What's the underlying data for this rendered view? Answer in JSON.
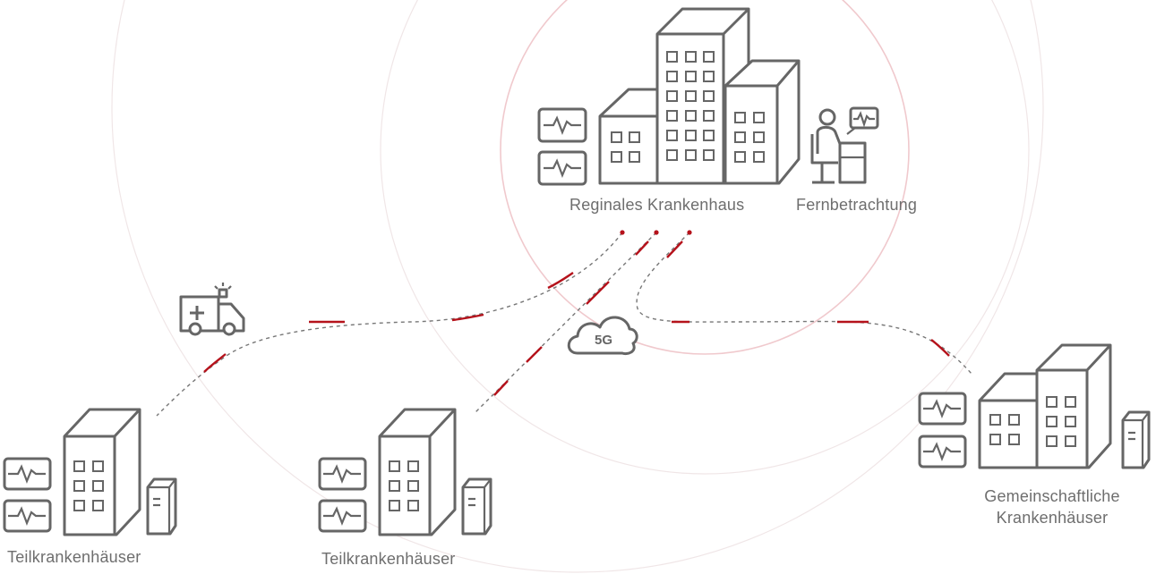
{
  "labels": {
    "regional": "Reginales Krankenhaus",
    "remote": "Fernbetrachtung",
    "sub_left": "Teilkrankenhäuser",
    "sub_middle": "Teilkrankenhäuser",
    "community_line1": "Gemeinschaftliche",
    "community_line2": "Krankenhäuser",
    "network": "5G"
  },
  "colors": {
    "accent": "#b5121b",
    "icon": "#666666",
    "text": "#6e6e6e"
  },
  "icons": [
    "building-icon",
    "monitor-icon",
    "server-icon",
    "ambulance-icon",
    "doctor-workstation-icon",
    "cloud-5g-icon"
  ]
}
